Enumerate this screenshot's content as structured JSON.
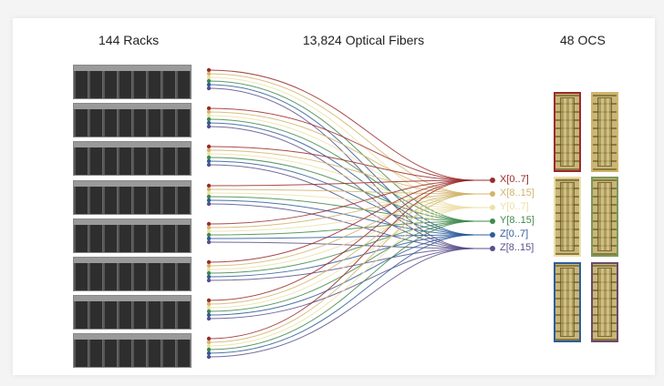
{
  "headers": {
    "racks": "144 Racks",
    "fibers": "13,824 Optical Fibers",
    "ocs": "48 OCS"
  },
  "groups": [
    {
      "label": "X[0..7]",
      "color": "#9b2a2a"
    },
    {
      "label": "X[8..15]",
      "color": "#d2b46a"
    },
    {
      "label": "Y[0..7]",
      "color": "#ece0a8"
    },
    {
      "label": "Y[8..15]",
      "color": "#3f8a4a"
    },
    {
      "label": "Z[0..7]",
      "color": "#2d5d9a"
    },
    {
      "label": "Z[8..15]",
      "color": "#5a4f8a"
    }
  ],
  "rack_count_shown": 8,
  "ocs_border_colors": [
    "#9b2a2a",
    "#d2b46a",
    "#ece0a8",
    "#7a9a5a",
    "#2d5d9a",
    "#6a4a6a"
  ]
}
